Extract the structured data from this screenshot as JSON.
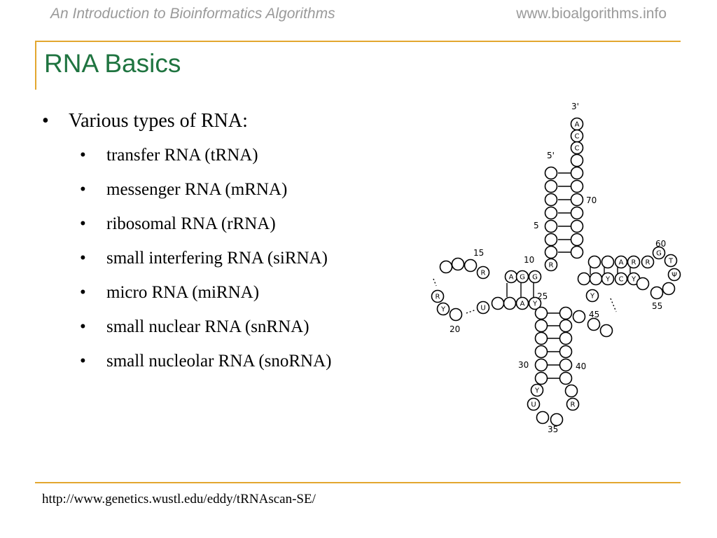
{
  "header": {
    "left": "An Introduction to Bioinformatics Algorithms",
    "right": "www.bioalgorithms.info"
  },
  "title": "RNA Basics",
  "bullets": {
    "main": "Various types of RNA:",
    "items": [
      "transfer RNA (tRNA)",
      "messenger RNA (mRNA)",
      "ribosomal RNA (rRNA)",
      "small interfering RNA (siRNA)",
      "micro RNA (miRNA)",
      "small nuclear RNA (snRNA)",
      "small nucleolar RNA (snoRNA)"
    ]
  },
  "diagram": {
    "end3": "3'",
    "end5": "5'",
    "numbers": [
      "70",
      "5",
      "10",
      "15",
      "20",
      "25",
      "30",
      "35",
      "40",
      "45",
      "55",
      "60"
    ],
    "bases": [
      "A",
      "C",
      "C",
      "R",
      "A",
      "G",
      "G",
      "A",
      "Y",
      "R",
      "R",
      "Y",
      "U",
      "Y",
      "C",
      "Y",
      "A",
      "R",
      "R",
      "G",
      "T",
      "Ψ",
      "Y",
      "Y",
      "U",
      "R"
    ]
  },
  "footer": "http://www.genetics.wustl.edu/eddy/tRNAscan-SE/"
}
